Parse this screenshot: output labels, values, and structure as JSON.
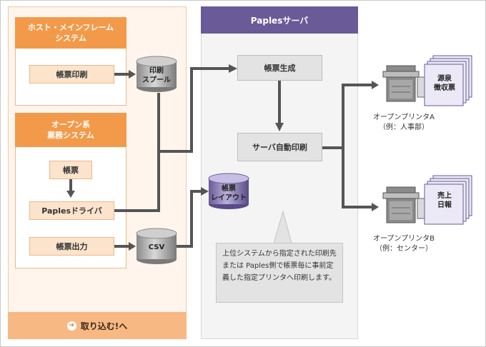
{
  "left_panel": {
    "host_system": {
      "title": "ホスト・メインフレーム\nシステム",
      "item": "帳票印刷"
    },
    "open_system": {
      "title": "オープン系\n業務システム",
      "document": "帳票",
      "driver": "Paplesドライバ",
      "output": "帳票出力"
    },
    "footer_link": "取り込む!へ"
  },
  "stores": {
    "print_spool": "印刷\nスプール",
    "csv": "CSV",
    "layout": "帳票\nレイアウト"
  },
  "server_panel": {
    "title": "Paplesサーバ",
    "generate": "帳票生成",
    "auto_print": "サーバ自動印刷",
    "note": "上位システムから指定された印刷先 または Paples側で帳票毎に事前定義した指定プリンタへ印刷します。"
  },
  "printers": [
    {
      "name": "オープンプリンタA",
      "example": "（例：人事部）",
      "document": "源泉\n徴収票"
    },
    {
      "name": "オープンプリンタB",
      "example": "（例：センター）",
      "document": "売上\n日報"
    }
  ],
  "colors": {
    "orange": "#f39a4a",
    "purple": "#6a5a97",
    "line": "#555555",
    "doc_lavender": "#ece9f6"
  }
}
